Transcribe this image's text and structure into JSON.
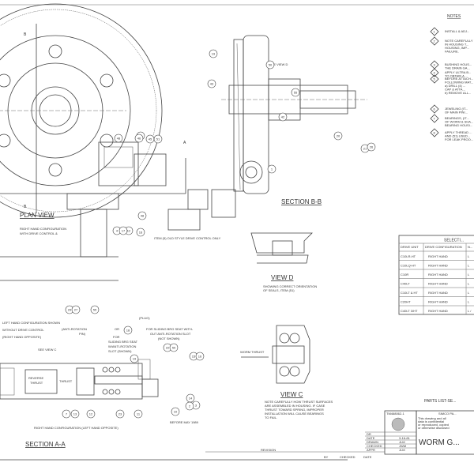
{
  "views": {
    "plan_view": "PLAN VIEW",
    "plan_note": [
      "RIGHT HAND CONFIGURATION",
      "WITH DRIVE CONTROL &"
    ],
    "section_bb": "SECTION B-B",
    "see_view_d": "SEE VIEW D",
    "old_style": "ITEM (5) OLD STYLE DRIVE CONTROL ONLY",
    "view_d": "VIEW D",
    "view_d_note": [
      "SHOWING CORRECT ORIENTATION",
      "OF SEALS, ITEM (51)"
    ],
    "view_c": "VIEW C",
    "view_c_note": [
      "NOTE CAREFULLY HOW THRUST SURFACES",
      "ARE ASSEMBLED IN HOUSING. IF CASE",
      "THRUST TOWARD SPRING, IMPROPER",
      "INSTALLATION WILL CAUSE BEARINGS",
      "TO FAIL."
    ],
    "worm_thrust": "WORM THRUST",
    "section_aa": "SECTION A-A",
    "lh_config": "LEFT HAND CONFIGURATION SHOWN",
    "lh_sub": [
      "WITHOUT DRIVE CONTROL",
      "(RIGHT HAND OPPOSITE)"
    ],
    "anti_rotation_pin": [
      "(ANTI-ROTATION",
      "PIN)"
    ],
    "plug": "(PLUG)",
    "or": "OR",
    "sliding_without": [
      "FOR SLIDING BRG SEAT WITH-",
      "OUT ANTI-ROTATION SLOT",
      "(NOT SHOWN)"
    ],
    "sliding_with": [
      "FOR",
      "SLIDING BRG SEAT",
      "W/ANTI-ROTATION",
      "SLOT (SHOWN)"
    ],
    "see_view_c": "SEE VIEW C",
    "reverse_thrust": [
      "REVERSE",
      "THRUST"
    ],
    "thrust": "THRUST",
    "rh_config": "RIGHT HAND CONFIGURATION (LEFT HAND OPPOSITE)",
    "before_may": "BEFORE MAY 1989",
    "cut_a": "A",
    "cut_b": "B"
  },
  "notes": {
    "title": "NOTES",
    "items": [
      {
        "num": "1",
        "text": [
          "INSTALL & ADJ..."
        ]
      },
      {
        "num": "2",
        "text": [
          "NOTE CAREFULLY",
          "IN HOUSING T...",
          "HOUSING, IMP...",
          "FAILURE."
        ]
      },
      {
        "num": "3",
        "text": [
          "BUSHING HOUS...",
          "THE DRAIN GA..."
        ]
      },
      {
        "num": "4",
        "text": [
          "APPLY ULTRA B...",
          "TO OBTAIN A ..."
        ]
      },
      {
        "num": "5",
        "text": [
          "BEFORE ATTACH...",
          "FOLLOWING MAT...",
          "a) DRILL (4) ...",
          "   CAP & ATTA...",
          "b) REMOVE ALL..."
        ]
      },
      {
        "num": "6",
        "text": [
          "JEWELING (IT...",
          "OF MAIN PINI..."
        ]
      },
      {
        "num": "7",
        "text": [
          "BEARINGS, (IT...",
          "OF WORM & SHA...",
          "BEARING HOUSI..."
        ]
      },
      {
        "num": "8",
        "text": [
          "APPLY THREAD ...",
          "AND (51) USED...",
          "FOR LEAK PROO..."
        ]
      }
    ]
  },
  "selection_table": {
    "title": "SELECTI...",
    "headers": [
      "DRIVE UNIT",
      "DRIVE CONFIGURATION",
      "N..."
    ],
    "rows": [
      [
        "C10LR-HT",
        "RIGHT HAND",
        "L"
      ],
      [
        "C10LQ-HT",
        "RIGHT HAND",
        "L"
      ],
      [
        "C10R",
        "RIGHT HAND",
        "L"
      ],
      [
        "C40LT",
        "RIGHT HAND",
        "L"
      ],
      [
        "C10LT & HT",
        "RIGHT HAND",
        "L"
      ],
      [
        "C20HT",
        "RIGHT HAND",
        "L"
      ],
      [
        "C40LT 3/HT",
        "RIGHT HAND",
        "L /"
      ]
    ]
  },
  "title_block": {
    "parts_list": "PARTS LIST-SE...",
    "dwg_no": "TM468062-1",
    "company": "SIMCO PA...",
    "notice": [
      "This drawing and all",
      "data is confidential",
      "or reproduced, copied",
      "or otherwise disclosed"
    ],
    "title": "WORM G...",
    "rows": [
      {
        "label": "DR",
        "value": ""
      },
      {
        "label": "DATE",
        "value": "3-16-81"
      },
      {
        "label": "DRAWN",
        "value": "JLM"
      },
      {
        "label": "CHECKED",
        "value": "JWM"
      },
      {
        "label": "APPR",
        "value": "JLM"
      }
    ],
    "rev_headers": [
      "BY",
      "CHECKED",
      "DATE"
    ],
    "revision": "REVISION"
  },
  "balloons": [
    "19",
    "50",
    "43",
    "55",
    "42",
    "1",
    "36",
    "16",
    "21",
    "26",
    "20",
    "48",
    "46",
    "45",
    "51",
    "48",
    "12",
    "4",
    "17",
    "29",
    "27",
    "55",
    "18",
    "19",
    "22",
    "50",
    "15",
    "16",
    "14",
    "3",
    "2",
    "7",
    "13",
    "12",
    "23",
    "11",
    "10"
  ]
}
